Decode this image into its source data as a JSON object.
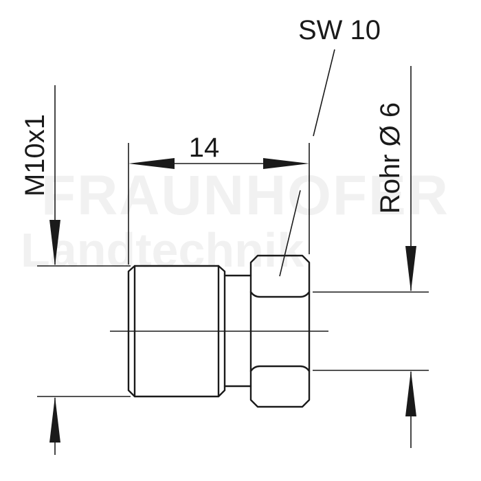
{
  "watermark": {
    "line1": "FRAUNHOFER",
    "line2": "Landtechnik"
  },
  "labels": {
    "thread_size": "M10x1",
    "length": "14",
    "wrench_size": "SW 10",
    "tube_diameter": "Rohr Ø 6"
  },
  "colors": {
    "line": "#1a1a1a",
    "background": "#ffffff",
    "watermark": "#f1f1f1"
  }
}
